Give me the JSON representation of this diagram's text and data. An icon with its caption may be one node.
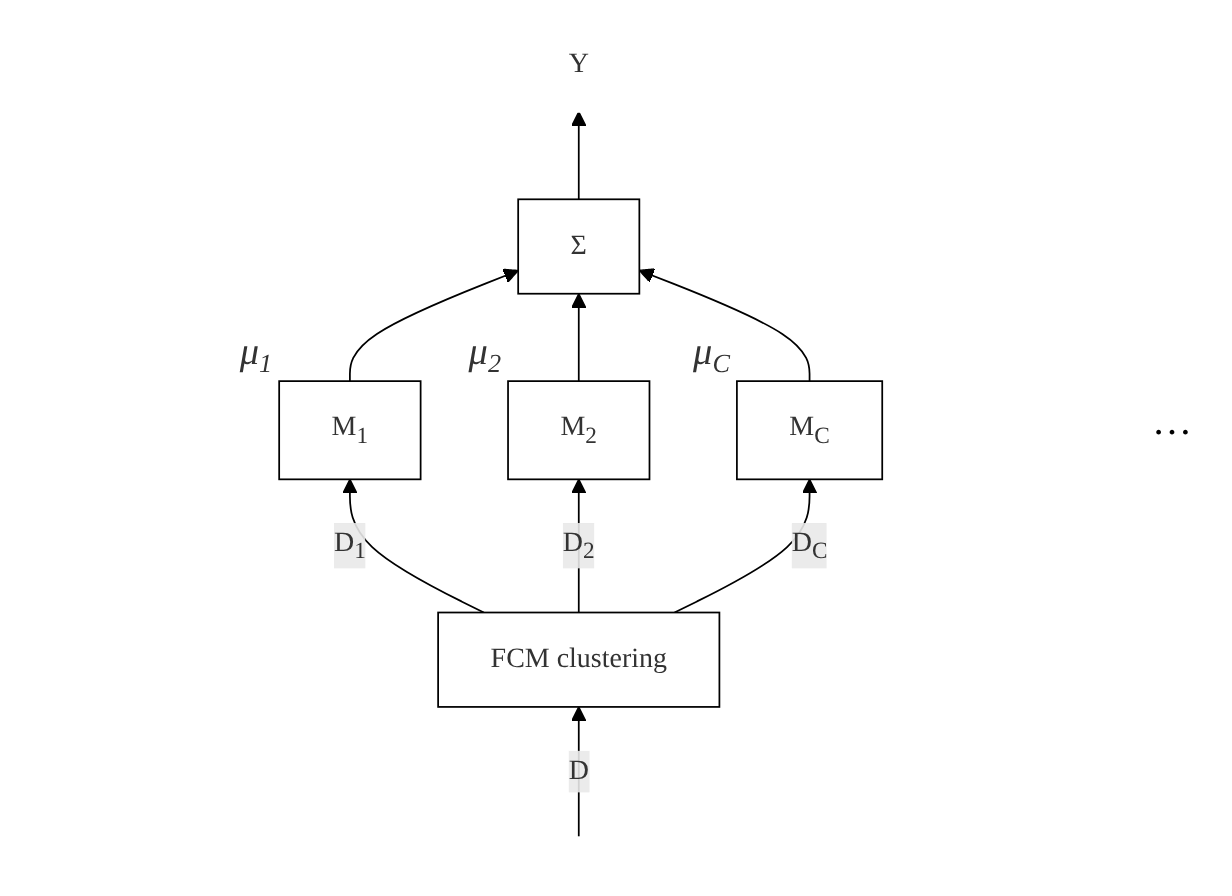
{
  "diagram": {
    "nodes": [
      {
        "text": [
          "Y"
        ]
      },
      {
        "text": [
          "Σ"
        ]
      },
      {
        "text": [
          "M$_{1}$"
        ],
        "beside": [
          "μ$_{1}$"
        ]
      },
      {
        "text": [
          "M$_{2}$"
        ],
        "beside": [
          "μ$_{2}$"
        ]
      },
      {
        "text": [
          "M$_{C}$"
        ],
        "beside": [
          "μ$_{C}$"
        ]
      },
      {
        "text": [
          "FCM clustering"
        ]
      }
    ],
    "edges": [
      {
        "from": 1,
        "to": 0,
        "arrow": "to"
      },
      {
        "from": 2,
        "to": 1,
        "arrow": "to"
      },
      {
        "from": 3,
        "to": 1,
        "arrow": "to"
      },
      {
        "from": 4,
        "to": 1,
        "arrow": "to"
      },
      {
        "from": 5,
        "to": 2,
        "label": "D$_{1}$",
        "arrow": "to"
      },
      {
        "from": 5,
        "to": 3,
        "label": "D$_{2}$",
        "arrow": "to"
      },
      {
        "from": 5,
        "to": 4,
        "label": "D$_{C}$",
        "arrow": "to"
      },
      {
        "from": null,
        "to": 5,
        "label": "D",
        "arrow": "to"
      }
    ],
    "labels": [
      "…"
    ]
  }
}
